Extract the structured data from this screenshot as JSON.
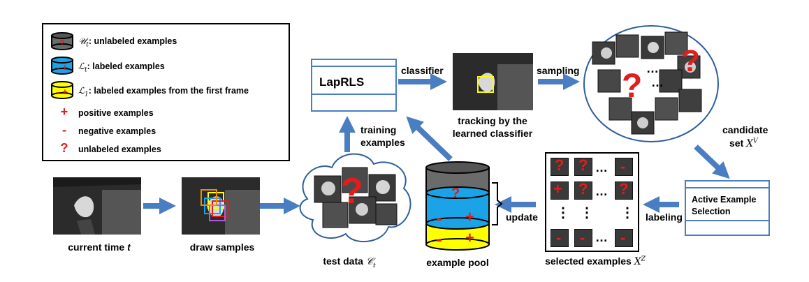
{
  "legend": {
    "rows": [
      {
        "symbol": "gray-cylinder",
        "math": "𝒰",
        "sub": "t",
        "text": ": unlabeled examples"
      },
      {
        "symbol": "blue-cylinder",
        "math": "ℒ",
        "sub": "t",
        "text": ": labeled examples"
      },
      {
        "symbol": "yellow-cylinder",
        "math": "ℒ",
        "sub": "1",
        "text": ": labeled examples from the first frame"
      },
      {
        "symbol": "+",
        "text": "positive examples"
      },
      {
        "symbol": "-",
        "text": "negative examples"
      },
      {
        "symbol": "?",
        "text": "unlabeled examples"
      }
    ]
  },
  "nodes": {
    "lapRLS": "LapRLS",
    "active_selection": "Active Example Selection",
    "current_time": "current time ",
    "current_time_var": "t",
    "draw_samples": "draw samples",
    "test_data": "test data ",
    "test_data_math": "𝒞",
    "test_data_sub": "t",
    "example_pool": "example pool",
    "selected_examples": "selected examples ",
    "selected_math": "X",
    "selected_sup": "Z",
    "tracking": "tracking by the learned classifier",
    "candidate": "candidate",
    "candidate_set": "set ",
    "candidate_math": "X",
    "candidate_sup": "V"
  },
  "edges": {
    "classifier": "classifier",
    "sampling": "sampling",
    "training": "training",
    "examples": "examples",
    "update": "update",
    "labeling": "labeling"
  },
  "marks": {
    "plus": "+",
    "minus": "-",
    "question": "?",
    "dots": "…",
    "vdots": "⋮"
  },
  "colors": {
    "arrow": "#4a7ec2",
    "red": "#e11d1d",
    "blue": "#1aa3e6",
    "yellow": "#ffff00",
    "gray": "#6b6b6b"
  }
}
